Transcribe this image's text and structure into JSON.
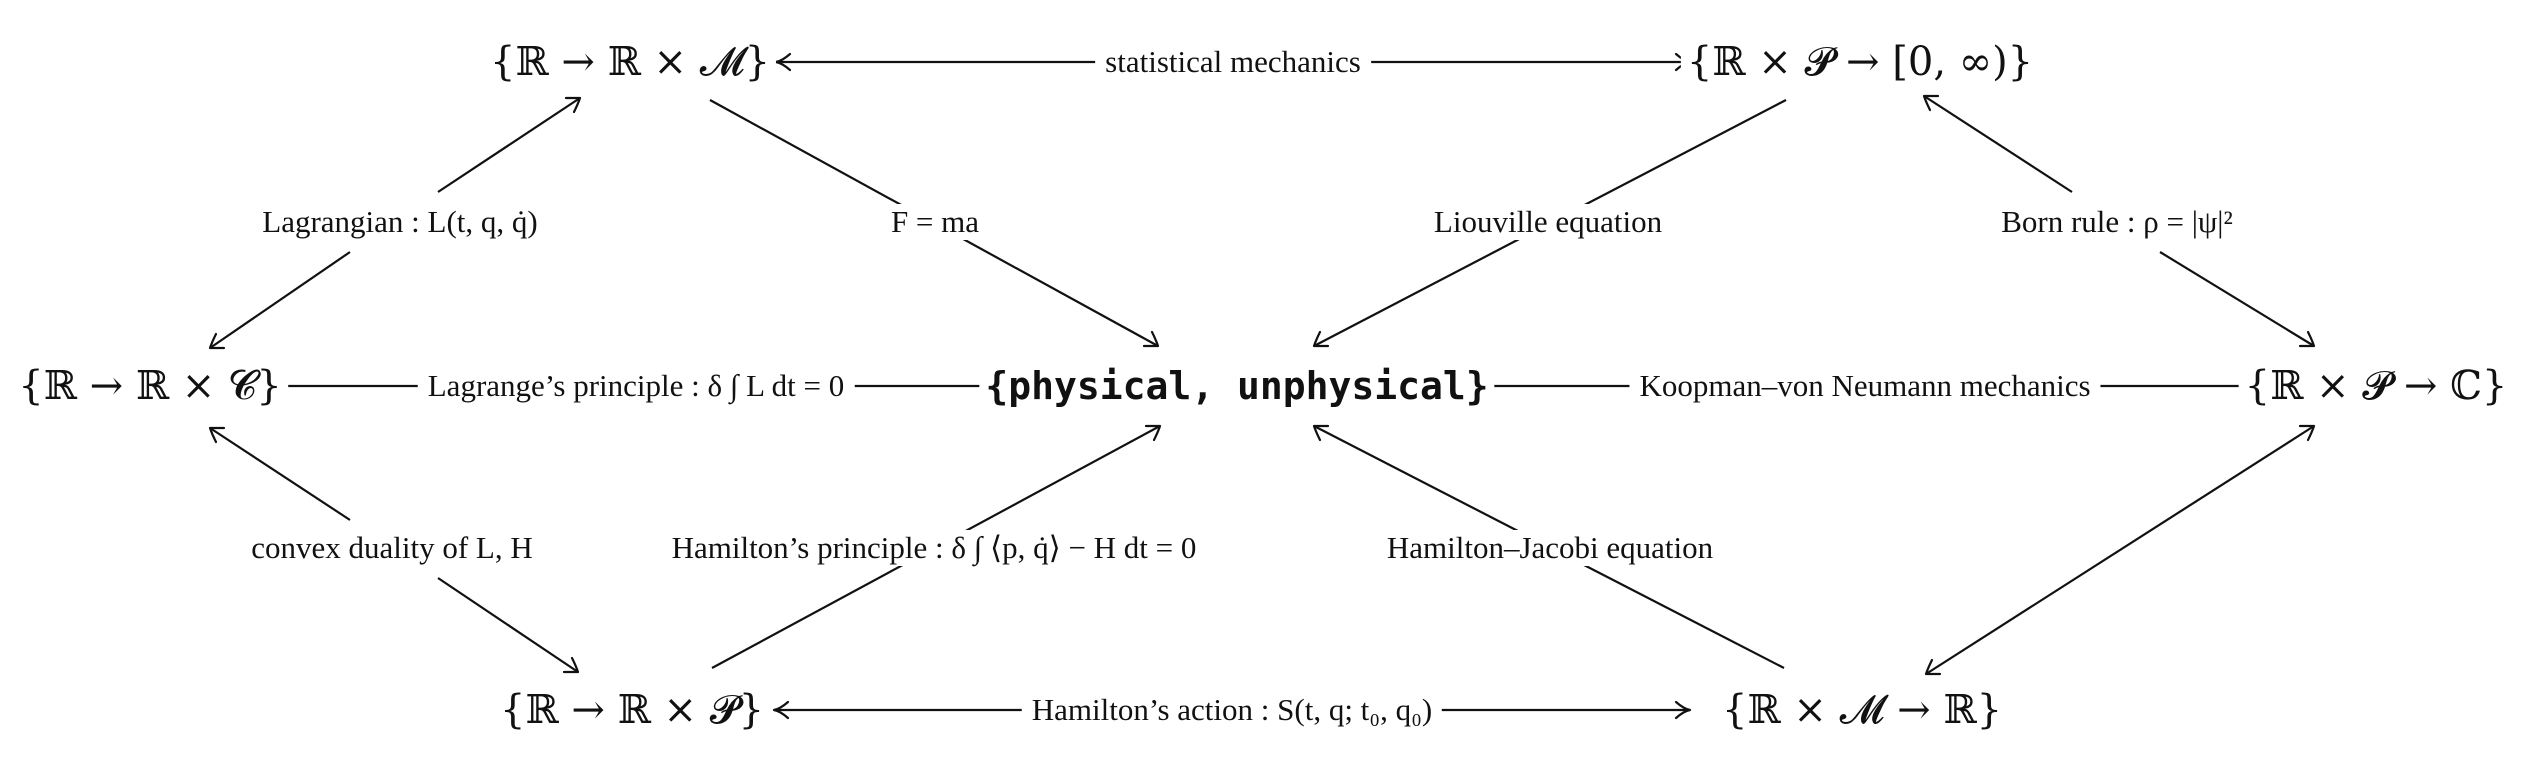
{
  "nodes": {
    "top_left": "{ℝ → ℝ × 𝓜}",
    "top_right": "{ℝ × 𝓟 → [0, ∞)}",
    "mid_left": "{ℝ → ℝ × 𝓒}",
    "center": "{physical, unphysical}",
    "mid_right": "{ℝ × 𝓟 → ℂ}",
    "bottom_left": "{ℝ → ℝ × 𝓟}",
    "bottom_right": "{ℝ × 𝓜 → ℝ}"
  },
  "labels": {
    "statistical_mechanics": "statistical mechanics",
    "lagrangian": "Lagrangian : L(t, q, q̇)",
    "f_ma": "F = ma",
    "liouville": "Liouville equation",
    "born_rule": "Born rule : ρ = |ψ|²",
    "lagrange_principle": "Lagrange’s principle : δ ∫ L dt = 0",
    "koopman": "Koopman–von Neumann mechanics",
    "convex_duality": "convex duality of L, H",
    "hamilton_principle": "Hamilton’s principle : δ ∫ ⟨p, q̇⟩ − H dt = 0",
    "hamilton_jacobi": "Hamilton–Jacobi equation",
    "hamilton_action": "Hamilton’s action : S(t, q; t₀, q₀)"
  }
}
